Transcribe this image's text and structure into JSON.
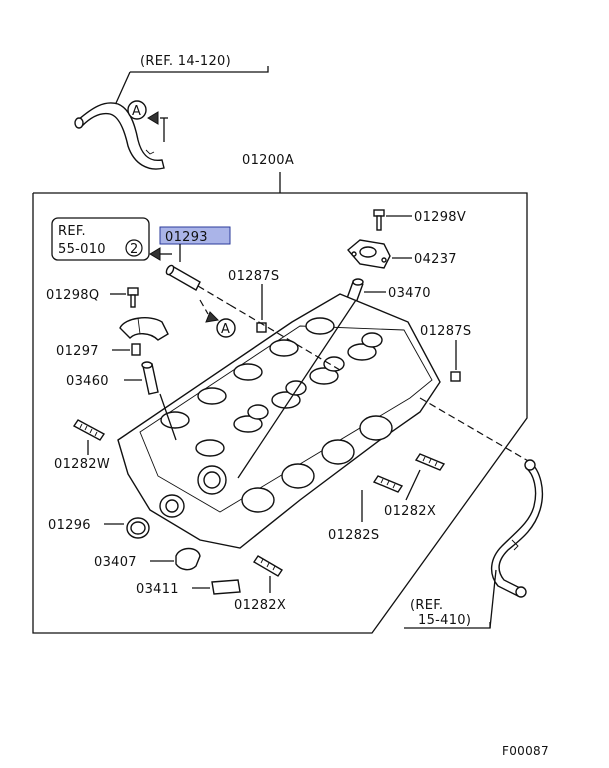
{
  "diagram_id": "F00087",
  "assembly_label": "01200A",
  "references": {
    "top": "(REF. 14-120)",
    "bottom_line1": "(REF.",
    "bottom_line2": "15-410)",
    "box_line1": "REF.",
    "box_line2": "55-010",
    "box_circle": "2"
  },
  "markers": {
    "a1": "A",
    "a2": "A"
  },
  "highlight_color": "#aab4e8",
  "parts": {
    "p01293": "01293",
    "p01298V": "01298V",
    "p04237": "04237",
    "p01287S_top": "01287S",
    "p03470": "03470",
    "p01298Q": "01298Q",
    "p01287S_right": "01287S",
    "p01297": "01297",
    "p03460": "03460",
    "p01282W": "01282W",
    "p01282X_mid": "01282X",
    "p01282S": "01282S",
    "p01296": "01296",
    "p03407": "03407",
    "p03411": "03411",
    "p01282X_bot": "01282X"
  }
}
